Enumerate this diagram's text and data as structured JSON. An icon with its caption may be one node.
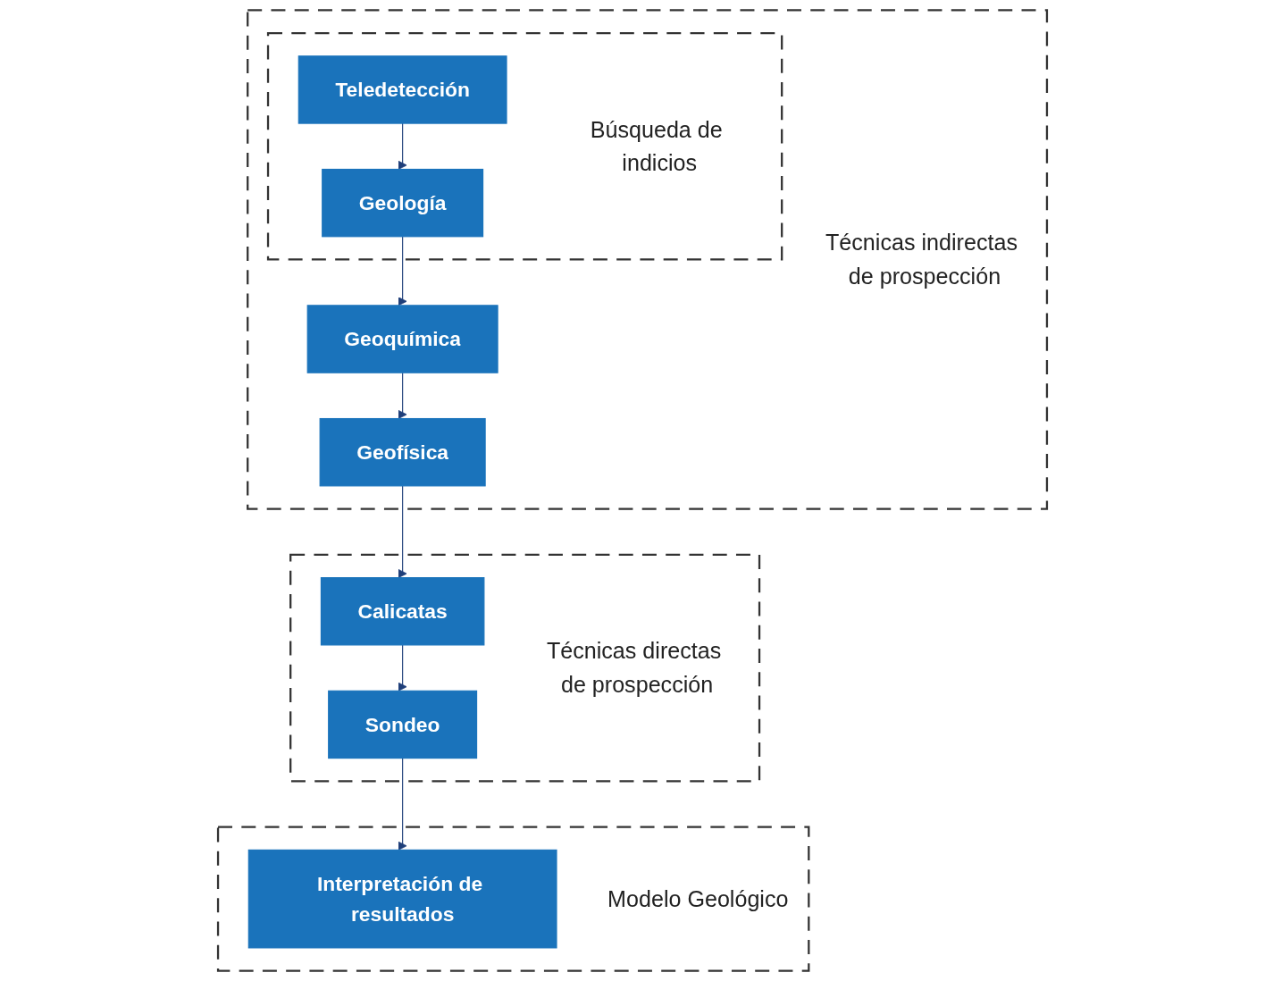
{
  "diagram": {
    "nodes": [
      {
        "text": [
          "Técnicas indirectas de prospección"
        ]
      },
      {
        "text": [
          "Búsqueda de indicios"
        ],
        "in": 0
      },
      {
        "text": [
          "Teledetección"
        ],
        "in": 1
      },
      {
        "text": [
          "Geología"
        ],
        "in": 1
      },
      {
        "text": [
          "Geoquímica"
        ],
        "in": 0
      },
      {
        "text": [
          "Geofísica"
        ],
        "in": 0
      },
      {
        "text": [
          "Técnicas directas de prospección"
        ]
      },
      {
        "text": [
          "Calicatas"
        ],
        "in": 6
      },
      {
        "text": [
          "Sondeo"
        ],
        "in": 6
      },
      {
        "text": [
          "Modelo Geológico"
        ]
      },
      {
        "text": [
          "Interpretación de resultados"
        ],
        "in": 9
      }
    ],
    "edges": [
      {
        "from": 2,
        "to": 3,
        "arrow": "to"
      },
      {
        "from": 3,
        "to": 4,
        "arrow": "to"
      },
      {
        "from": 4,
        "to": 5,
        "arrow": "to"
      },
      {
        "from": 5,
        "to": 7,
        "arrow": "to"
      },
      {
        "from": 7,
        "to": 8,
        "arrow": "to"
      },
      {
        "from": 8,
        "to": 10,
        "arrow": "to"
      }
    ]
  }
}
